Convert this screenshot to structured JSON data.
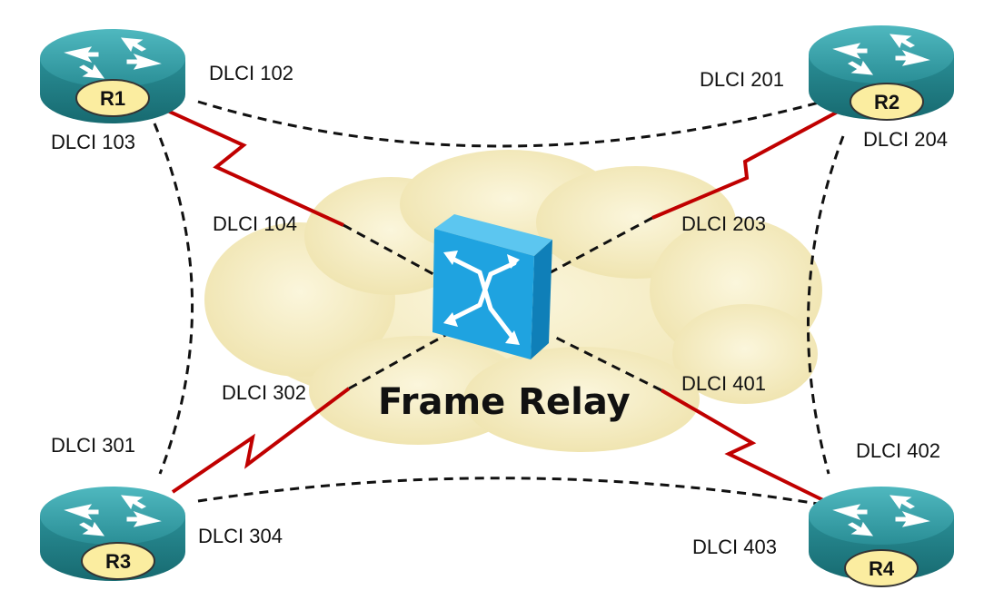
{
  "cloud": {
    "title": "Frame Relay"
  },
  "routers": [
    {
      "id": "r1",
      "label": "R1"
    },
    {
      "id": "r2",
      "label": "R2"
    },
    {
      "id": "r3",
      "label": "R3"
    },
    {
      "id": "r4",
      "label": "R4"
    }
  ],
  "dlci_labels": {
    "d102": "DLCI 102",
    "d103": "DLCI 103",
    "d104": "DLCI 104",
    "d201": "DLCI 201",
    "d203": "DLCI 203",
    "d204": "DLCI 204",
    "d301": "DLCI 301",
    "d302": "DLCI 302",
    "d304": "DLCI 304",
    "d401": "DLCI 401",
    "d402": "DLCI 402",
    "d403": "DLCI 403"
  },
  "colors": {
    "router_top": "#2f9ea6",
    "router_side": "#1e7f86",
    "router_label_fill": "#fbeda0",
    "switch_front": "#1fa3e0",
    "switch_side": "#0f7fb8",
    "cloud_fill": "#f6efc8",
    "link_physical": "#c00000",
    "link_virtual": "#111111"
  }
}
